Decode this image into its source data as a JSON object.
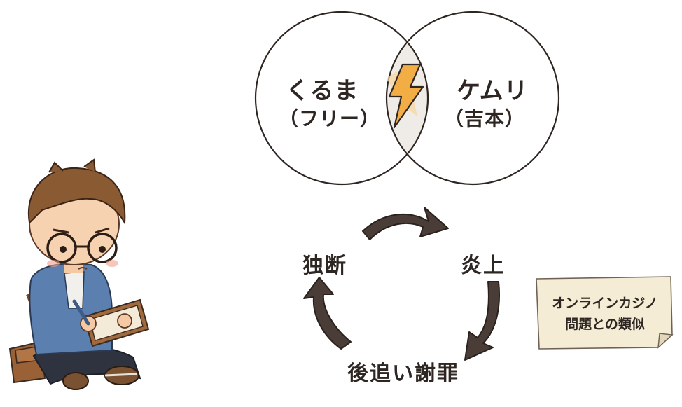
{
  "venn": {
    "left": {
      "name": "くるま",
      "sub": "（フリー）"
    },
    "right": {
      "name": "ケムリ",
      "sub": "（吉本）"
    },
    "conflict_icon": "lightning-bolt-icon"
  },
  "cycle": {
    "steps": [
      "独断",
      "炎上",
      "後追い謝罪"
    ]
  },
  "note": {
    "line1": "オンラインカジノ",
    "line2": "問題との類似"
  },
  "illustration": "boy-reading-notebook",
  "colors": {
    "line": "#2e2622",
    "arrow": "#4a3c36",
    "arrow_stroke": "#2a211d",
    "bolt_fill": "#f3b04a",
    "bolt_shade": "#f6cf8e",
    "overlap_shade": "#ece8e4",
    "note_bg": "#f5ecd5"
  }
}
